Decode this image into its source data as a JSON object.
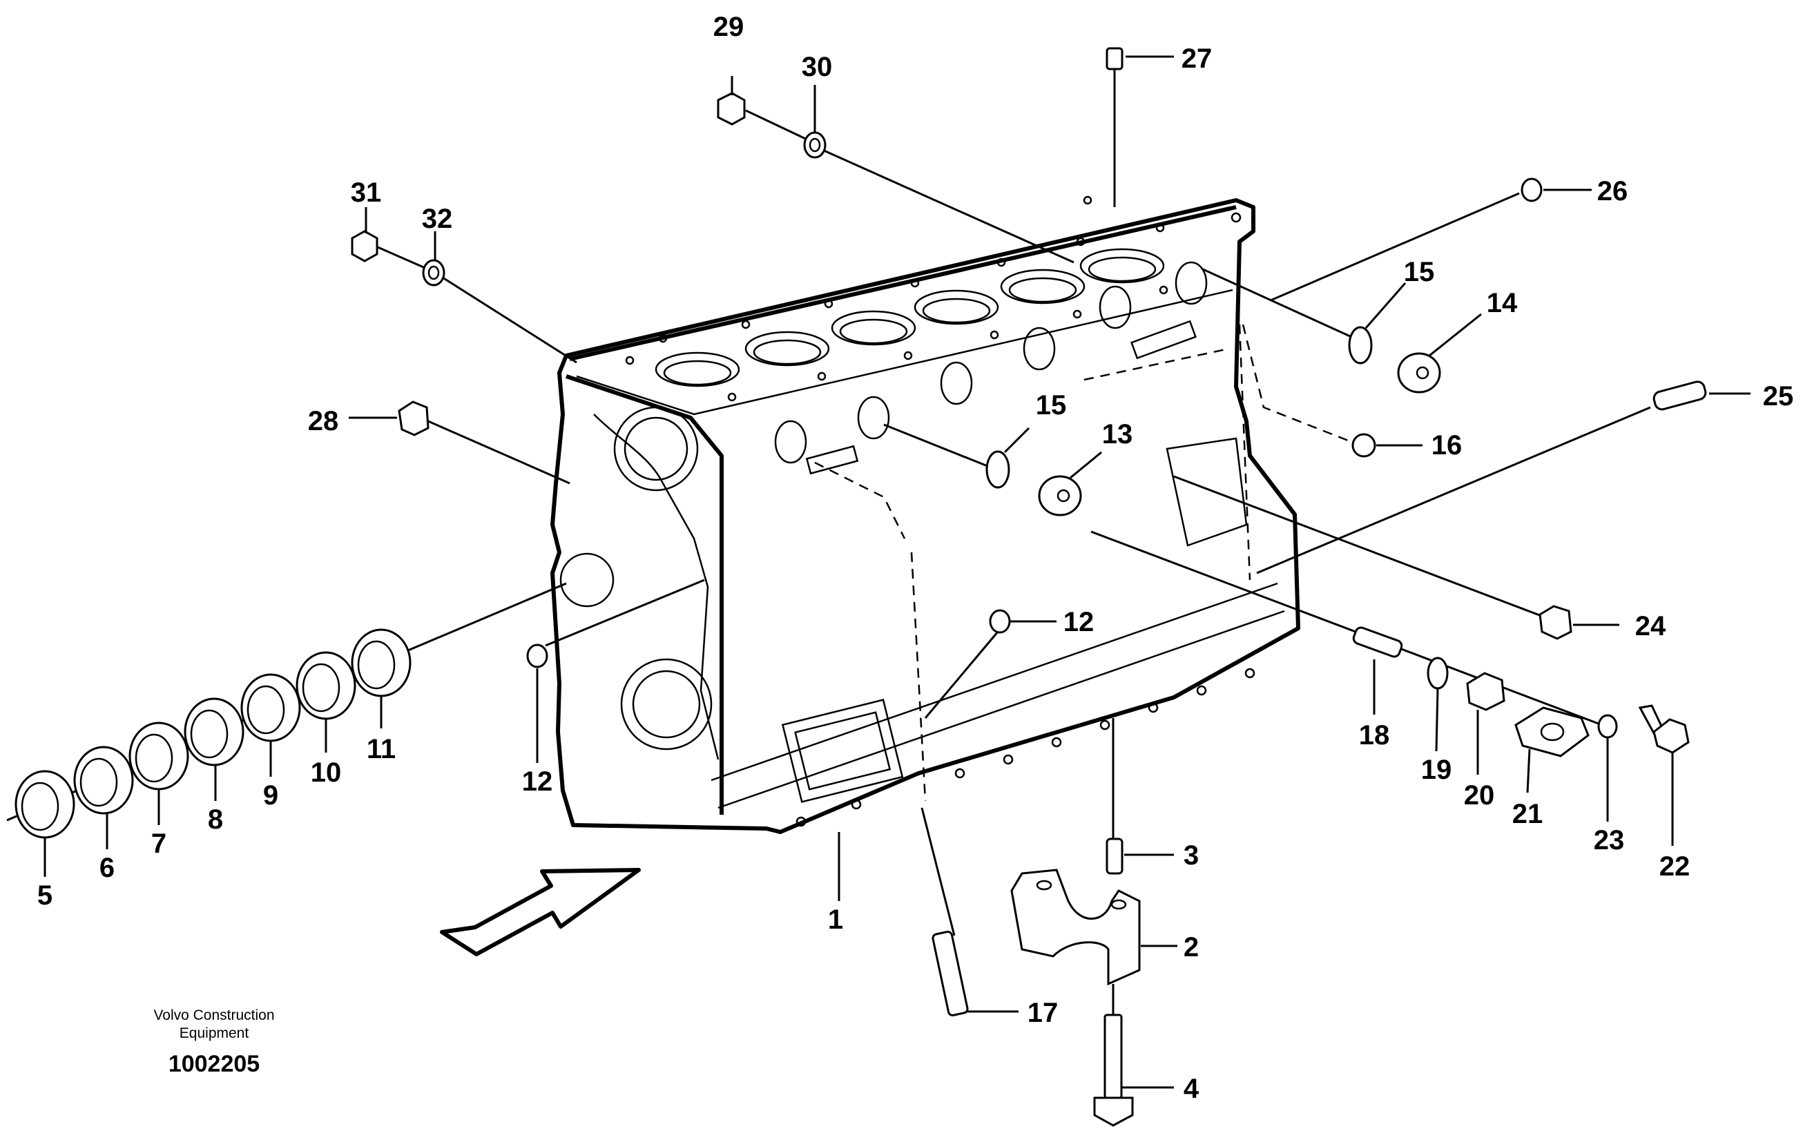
{
  "footer": {
    "manufacturer_line1": "Volvo Construction",
    "manufacturer_line2": "Equipment",
    "illustration_number": "1002205"
  },
  "callouts": {
    "c1": "1",
    "c2": "2",
    "c3": "3",
    "c4": "4",
    "c5": "5",
    "c6": "6",
    "c7": "7",
    "c8": "8",
    "c9": "9",
    "c10": "10",
    "c11": "11",
    "c12a": "12",
    "c12b": "12",
    "c13": "13",
    "c14": "14",
    "c15a": "15",
    "c15b": "15",
    "c16": "16",
    "c17": "17",
    "c18": "18",
    "c19": "19",
    "c20": "20",
    "c21": "21",
    "c22": "22",
    "c23": "23",
    "c24": "24",
    "c25": "25",
    "c26": "26",
    "c27": "27",
    "c28": "28",
    "c29": "29",
    "c30": "30",
    "c31": "31",
    "c32": "32"
  }
}
